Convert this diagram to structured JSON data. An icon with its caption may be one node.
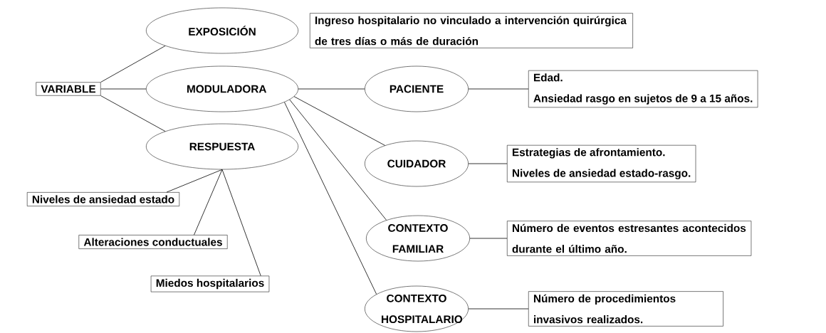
{
  "diagram": {
    "nodes": [
      {
        "text": [
          "VARIABLE"
        ]
      },
      {
        "text": [
          "EXPOSICIÓN"
        ]
      },
      {
        "text": [
          "MODULADORA"
        ]
      },
      {
        "text": [
          "RESPUESTA"
        ]
      },
      {
        "text": [
          "Ingreso hospitalario no vinculado a intervención quirúrgica de tres días o más de duración"
        ]
      },
      {
        "text": [
          "PACIENTE"
        ]
      },
      {
        "text": [
          "Edad.",
          "Ansiedad rasgo en sujetos de 9 a 15 años."
        ]
      },
      {
        "text": [
          "CUIDADOR"
        ]
      },
      {
        "text": [
          "Estrategias de afrontamiento.",
          "Niveles de ansiedad estado-rasgo."
        ]
      },
      {
        "text": [
          "CONTEXTO FAMILIAR"
        ]
      },
      {
        "text": [
          "Número de eventos estresantes acontecidos durante el último año."
        ]
      },
      {
        "text": [
          "CONTEXTO HOSPITALARIO"
        ]
      },
      {
        "text": [
          "Número de procedimientos invasivos realizados."
        ]
      },
      {
        "text": [
          "Niveles de ansiedad estado"
        ]
      },
      {
        "text": [
          "Alteraciones conductuales"
        ]
      },
      {
        "text": [
          "Miedos hospitalarios"
        ]
      }
    ],
    "edges": [
      {
        "from": 0,
        "to": 1,
        "arrow": "none"
      },
      {
        "from": 0,
        "to": 2,
        "arrow": "none"
      },
      {
        "from": 0,
        "to": 3,
        "arrow": "none"
      },
      {
        "from": 2,
        "to": 5,
        "arrow": "none"
      },
      {
        "from": 2,
        "to": 7,
        "arrow": "none"
      },
      {
        "from": 2,
        "to": 9,
        "arrow": "none"
      },
      {
        "from": 2,
        "to": 11,
        "arrow": "none"
      },
      {
        "from": 5,
        "to": 6,
        "arrow": "none"
      },
      {
        "from": 7,
        "to": 8,
        "arrow": "none"
      },
      {
        "from": 9,
        "to": 10,
        "arrow": "none"
      },
      {
        "from": 11,
        "to": 12,
        "arrow": "none"
      },
      {
        "from": 3,
        "to": 13,
        "arrow": "none"
      },
      {
        "from": 3,
        "to": 14,
        "arrow": "none"
      },
      {
        "from": 3,
        "to": 15,
        "arrow": "none"
      }
    ]
  }
}
